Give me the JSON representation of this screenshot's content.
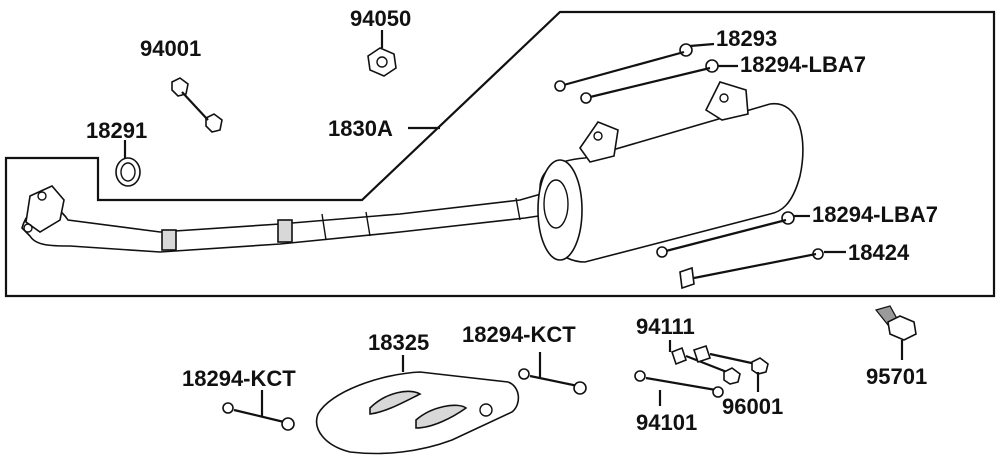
{
  "diagram": {
    "labels": {
      "p94050": "94050",
      "p94001": "94001",
      "p18291": "18291",
      "p1830A": "1830A",
      "p18293": "18293",
      "p18294_lba7_top": "18294-LBA7",
      "p18294_lba7_mid": "18294-LBA7",
      "p18424": "18424",
      "p18325": "18325",
      "p18294_kct_center": "18294-KCT",
      "p18294_kct_left": "18294-KCT",
      "p94111": "94111",
      "p94101": "94101",
      "p96001": "96001",
      "p95701": "95701"
    },
    "colors": {
      "line": "#111111",
      "part_fill": "#ffffff",
      "shade": "#d8d8d8"
    }
  }
}
